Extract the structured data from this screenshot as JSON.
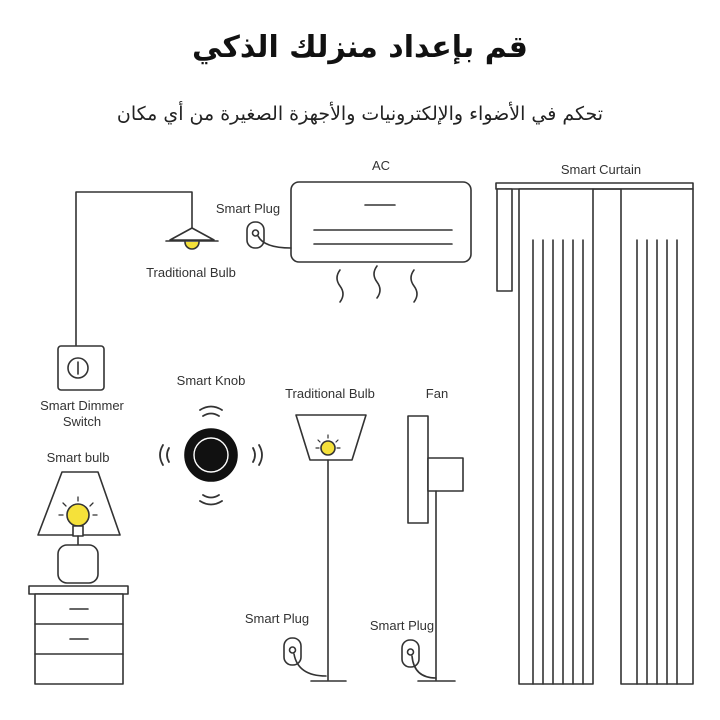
{
  "header": {
    "title": "قم بإعداد منزلك الذكي",
    "subtitle": "تحكم في الأضواء والإلكترونيات والأجهزة الصغيرة من أي مكان"
  },
  "labels": {
    "ac": "AC",
    "smart_plug_ac": "Smart Plug",
    "traditional_bulb_ceiling": "Traditional Bulb",
    "smart_curtain": "Smart Curtain",
    "smart_dimmer_switch_line1": "Smart Dimmer",
    "smart_dimmer_switch_line2": "Switch",
    "smart_knob": "Smart Knob",
    "traditional_bulb_floor": "Traditional Bulb",
    "fan": "Fan",
    "smart_bulb": "Smart bulb",
    "smart_plug_floor_lamp": "Smart Plug",
    "smart_plug_fan": "Smart Plug"
  },
  "colors": {
    "bulb_yellow": "#f5e13a",
    "line": "#333333"
  }
}
